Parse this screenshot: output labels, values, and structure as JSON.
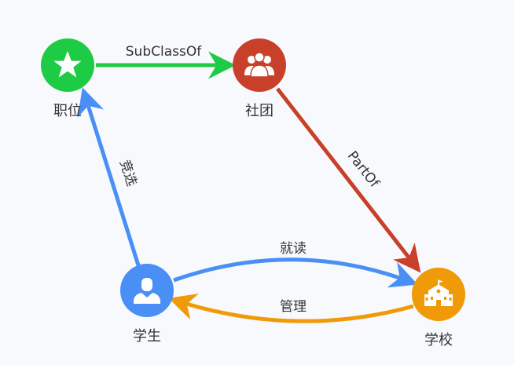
{
  "diagram": {
    "nodes": {
      "position": {
        "label": "职位",
        "color": "#1ecb44",
        "icon": "star-icon"
      },
      "club": {
        "label": "社团",
        "color": "#c9402a",
        "icon": "group-icon"
      },
      "student": {
        "label": "学生",
        "color": "#4a8ff5",
        "icon": "person-icon"
      },
      "school": {
        "label": "学校",
        "color": "#f09a07",
        "icon": "school-building-icon"
      }
    },
    "edges": {
      "subclassof": {
        "label": "SubClassOf",
        "color": "#1ecb44"
      },
      "partof": {
        "label": "PartOf",
        "color": "#c9402a"
      },
      "elect": {
        "label": "竞选",
        "color": "#4a8ff5"
      },
      "attend": {
        "label": "就读",
        "color": "#4a8ff5"
      },
      "manage": {
        "label": "管理",
        "color": "#f09a07"
      }
    }
  }
}
